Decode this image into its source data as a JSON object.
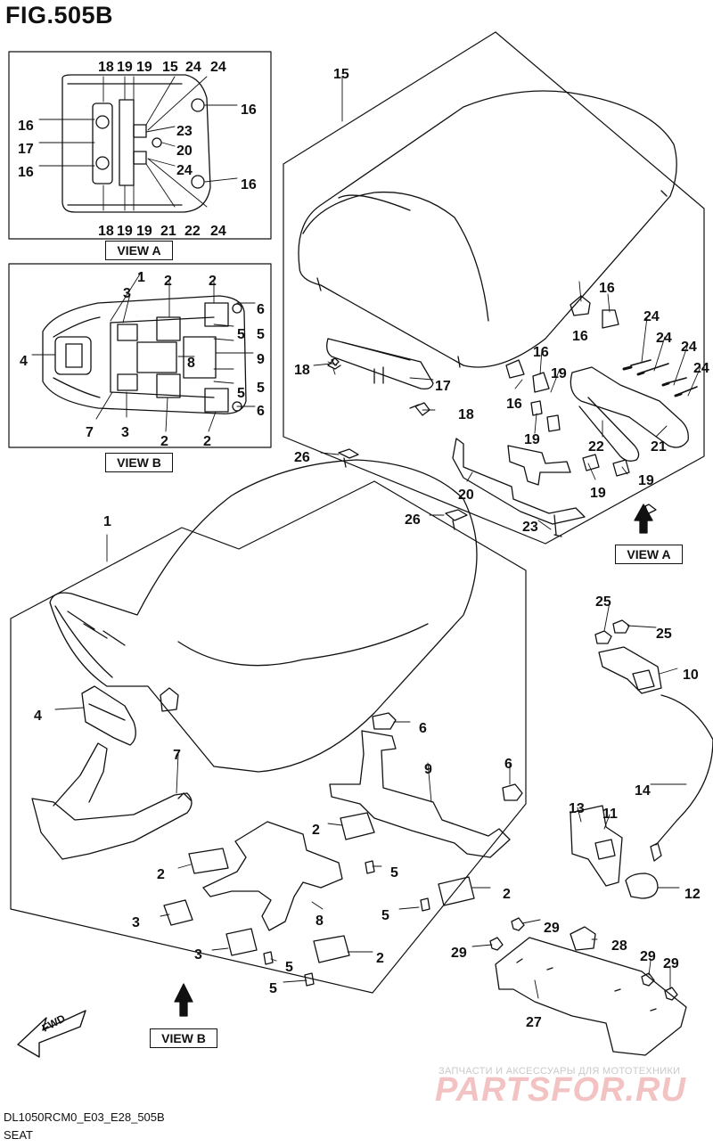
{
  "title": "FIG.505B",
  "views": {
    "view_a": "VIEW A",
    "view_b": "VIEW B"
  },
  "fwd": "FWD",
  "footer": {
    "code": "DL1050RCM0_E03_E28_505B",
    "name": "SEAT"
  },
  "watermark": {
    "line1": "ЗАПЧАСТИ И АКСЕССУАРЫ ДЛЯ МОТОТЕХНИКИ",
    "line2": "PARTSFOR.RU"
  },
  "colors": {
    "line": "#111111",
    "watermark_text": "#c9c9c9",
    "watermark_logo": "#f3c2c2"
  },
  "callouts": {
    "view_a_top": [
      "18",
      "19",
      "19",
      "15",
      "24",
      "24"
    ],
    "view_a_left": [
      "16",
      "17",
      "16"
    ],
    "view_a_right": [
      "16",
      "23",
      "20",
      "24",
      "16"
    ],
    "view_a_bottom": [
      "18",
      "19",
      "19",
      "21",
      "22",
      "24"
    ],
    "view_b_top": [
      "1",
      "3",
      "2",
      "2"
    ],
    "view_b_left": [
      "4",
      "7",
      "3"
    ],
    "view_b_inner": [
      "8"
    ],
    "view_b_right": [
      "6",
      "5",
      "5",
      "9",
      "5",
      "5",
      "6"
    ],
    "view_b_bottom": [
      "2",
      "2"
    ],
    "rear_seat": [
      "15",
      "16",
      "16",
      "24",
      "24",
      "24",
      "24",
      "16",
      "16",
      "19",
      "18",
      "17",
      "18",
      "19",
      "22",
      "21",
      "19",
      "19",
      "20",
      "23",
      "26",
      "26"
    ],
    "front_seat": [
      "1",
      "4",
      "7",
      "6",
      "9",
      "6",
      "2",
      "2",
      "5",
      "2",
      "5",
      "8",
      "3",
      "3",
      "5",
      "5",
      "2"
    ],
    "lock": [
      "25",
      "25",
      "10",
      "14",
      "13",
      "11",
      "12"
    ],
    "plate": [
      "29",
      "29",
      "28",
      "29",
      "29",
      "27"
    ]
  }
}
